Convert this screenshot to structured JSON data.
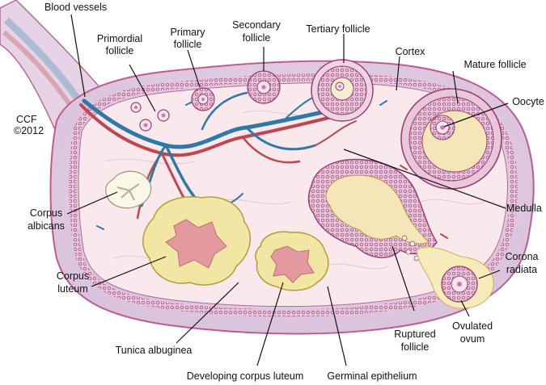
{
  "credit": {
    "line1": "CCF",
    "line2": "©2012"
  },
  "labels": {
    "blood_vessels": "Blood vessels",
    "primordial_follicle": [
      "Primordial",
      "follicle"
    ],
    "primary_follicle": [
      "Primary",
      "follicle"
    ],
    "secondary_follicle": [
      "Secondary",
      "follicle"
    ],
    "tertiary_follicle": "Tertiary follicle",
    "cortex": "Cortex",
    "mature_follicle": "Mature follicle",
    "oocyte": "Oocyte",
    "medulla": "Medulla",
    "corpus_albicans": [
      "Corpus",
      "albicans"
    ],
    "corpus_luteum": [
      "Corpus",
      "luteum"
    ],
    "corona_radiata": [
      "Corona",
      "radiata"
    ],
    "ovulated_ovum": [
      "Ovulated",
      "ovum"
    ],
    "ruptured_follicle": [
      "Ruptured",
      "follicle"
    ],
    "tunica_albuginea": "Tunica albuginea",
    "developing_corpus_luteum": "Developing corpus luteum",
    "germinal_epithelium": "Germinal epithelium"
  },
  "colors": {
    "outer_tissue": "#e3d0e3",
    "cortex": "#f8e8ea",
    "epithelium": "#9a3f70",
    "vessel_blue": "#2f79a8",
    "vessel_red": "#c1454f",
    "luteum_yellow": "#f1e6a3",
    "luteum_core": "#e39a9e"
  }
}
